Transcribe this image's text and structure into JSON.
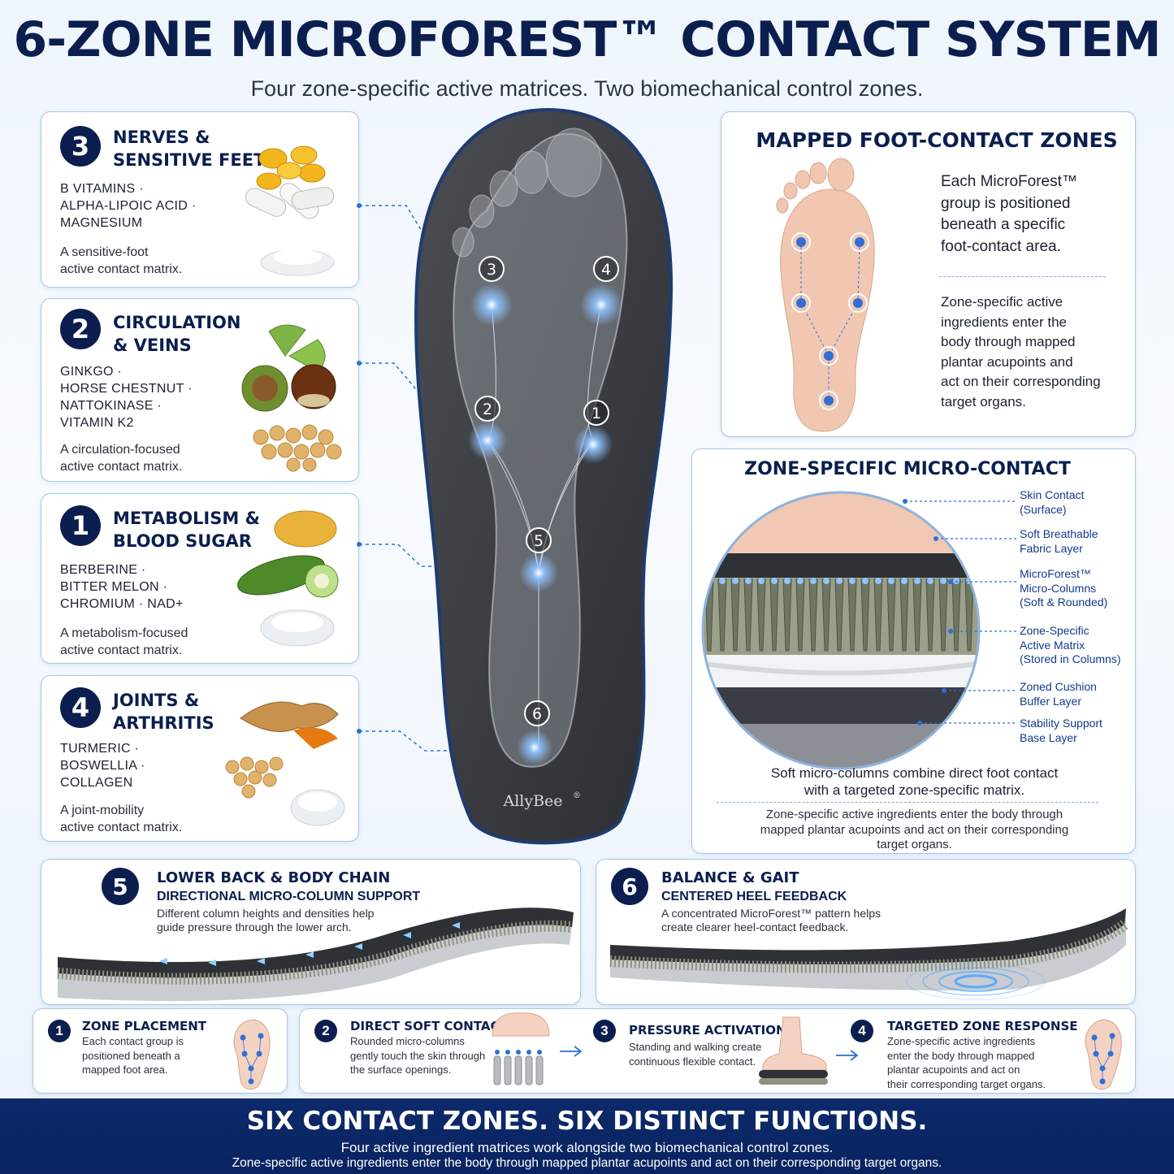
{
  "header": {
    "title": "6-ZONE MICROFOREST™ CONTACT SYSTEM",
    "subtitle": "Four zone-specific active matrices. Two biomechanical control zones."
  },
  "left_cards": [
    {
      "number": "3",
      "title": "NERVES &\nSENSITIVE FEET",
      "ingredients": "B VITAMINS ·\nALPHA-LIPOIC ACID ·\nMAGNESIUM",
      "description": "A sensitive-foot\nactive contact matrix."
    },
    {
      "number": "2",
      "title": "CIRCULATION\n& VEINS",
      "ingredients": "GINKGO ·\nHORSE CHESTNUT ·\nNATTOKINASE ·\nVITAMIN K2",
      "description": "A circulation-focused\nactive contact matrix."
    },
    {
      "number": "1",
      "title": "METABOLISM &\nBLOOD SUGAR",
      "ingredients": "BERBERINE ·\nBITTER MELON ·\nCHROMIUM · NAD+",
      "description": "A metabolism-focused\nactive contact matrix."
    },
    {
      "number": "4",
      "title": "JOINTS &\nARTHRITIS",
      "ingredients": "TURMERIC ·\nBOSWELLIA ·\nCOLLAGEN",
      "description": "A joint-mobility\nactive contact matrix."
    }
  ],
  "insole": {
    "brand": "AllyBee",
    "brand_mark": "®",
    "zone_labels": [
      "3",
      "4",
      "2",
      "1",
      "5",
      "6"
    ]
  },
  "mapped": {
    "title": "MAPPED FOOT-CONTACT ZONES",
    "text1": "Each MicroForest™\ngroup is positioned\nbeneath a specific\nfoot-contact area.",
    "text2": "Zone-specific active\ningredients enter the\nbody through mapped\nplantar acupoints and\nact on their corresponding\ntarget organs."
  },
  "micro": {
    "title": "ZONE-SPECIFIC MICRO-CONTACT",
    "layers": [
      "Skin Contact\n(Surface)",
      "Soft Breathable\nFabric Layer",
      "MicroForest™\nMicro-Columns\n(Soft & Rounded)",
      "Zone-Specific\nActive Matrix\n(Stored in Columns)",
      "Zoned Cushion\nBuffer Layer",
      "Stability Support\nBase Layer"
    ],
    "caption": "Soft micro-columns combine direct foot contact\nwith a targeted zone-specific matrix.",
    "caption2": "Zone-specific active ingredients enter the body through\nmapped plantar acupoints and act on their corresponding\ntarget organs."
  },
  "bottom_cards": [
    {
      "number": "5",
      "title": "LOWER BACK & BODY CHAIN",
      "subtitle": "DIRECTIONAL MICRO-COLUMN SUPPORT",
      "description": "Different column heights and densities help\nguide pressure through the lower arch."
    },
    {
      "number": "6",
      "title": "BALANCE & GAIT",
      "subtitle": "CENTERED HEEL FEEDBACK",
      "description": "A concentrated MicroForest™ pattern helps\ncreate clearer heel-contact feedback."
    }
  ],
  "steps": [
    {
      "number": "1",
      "title": "ZONE PLACEMENT",
      "description": "Each contact group is\npositioned beneath a\nmapped foot area."
    },
    {
      "number": "2",
      "title": "DIRECT SOFT CONTACT",
      "description": "Rounded micro-columns\ngently touch the skin through\nthe surface openings."
    },
    {
      "number": "3",
      "title": "PRESSURE ACTIVATION",
      "description": "Standing and walking create\ncontinuous flexible contact."
    },
    {
      "number": "4",
      "title": "TARGETED ZONE RESPONSE",
      "description": "Zone-specific active ingredients\nenter the body through mapped\nplantar acupoints and act on\ntheir corresponding target organs."
    }
  ],
  "banner": {
    "headline": "SIX CONTACT ZONES. SIX DISTINCT FUNCTIONS.",
    "line1": "Four active ingredient matrices work alongside two biomechanical control zones.",
    "line2": "Zone-specific active ingredients enter the body through mapped plantar acupoints and act on their corresponding target organs."
  },
  "colors": {
    "navy": "#0b1e4f",
    "accent_blue": "#2f6fd6",
    "card_border": "#a9c6e6",
    "glow": "#8fc3ff"
  }
}
